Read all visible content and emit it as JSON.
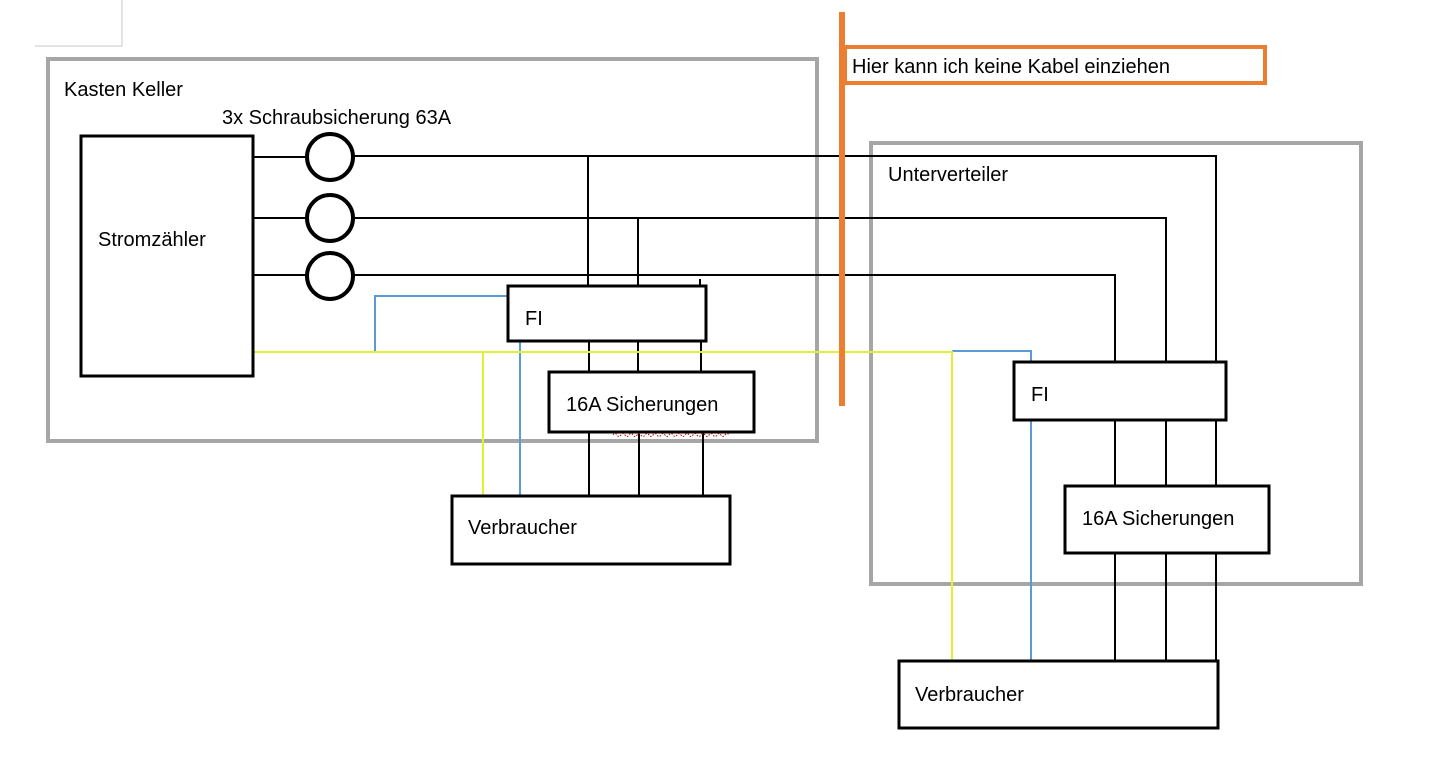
{
  "labels": {
    "kasten_keller": "Kasten Keller",
    "fuse_caption": "3x Schraubsicherung 63A",
    "meter": "Stromzähler",
    "fi_left": "FI",
    "breakers_left": "16A Sicherungen",
    "consumer_left": "Verbraucher",
    "note": "Hier kann ich keine Kabel einziehen",
    "unterverteiler": "Unterverteiler",
    "fi_right": "FI",
    "breakers_right": "16A Sicherungen",
    "consumer_right": "Verbraucher"
  },
  "colors": {
    "enclosure": "#a6a6a6",
    "barrier": "#ed7d31",
    "phase": "#000000",
    "neutral": "#5b9bd5",
    "earth": "#e2f032",
    "spellcheck": "#c00000"
  }
}
